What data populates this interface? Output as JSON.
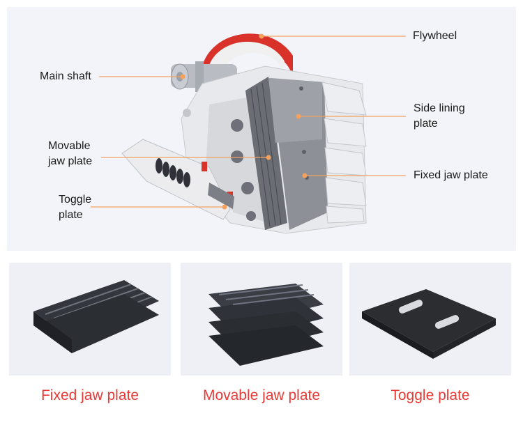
{
  "callouts": {
    "flywheel": "Flywheel",
    "main_shaft": "Main shaft",
    "side_lining_plate_line1": "Side lining",
    "side_lining_plate_line2": "plate",
    "movable_jaw_plate_line1": "Movable",
    "movable_jaw_plate_line2": "jaw plate",
    "fixed_jaw_plate": "Fixed jaw plate",
    "toggle_plate_line1": "Toggle",
    "toggle_plate_line2": "plate"
  },
  "cards": [
    {
      "caption": "Fixed jaw plate"
    },
    {
      "caption": "Movable jaw plate"
    },
    {
      "caption": "Toggle plate"
    }
  ],
  "colors": {
    "callout_line": "#f4a15d",
    "caption_text": "#e63a36",
    "flywheel_red": "#d8322a",
    "steel_dark": "#3a3d44"
  }
}
